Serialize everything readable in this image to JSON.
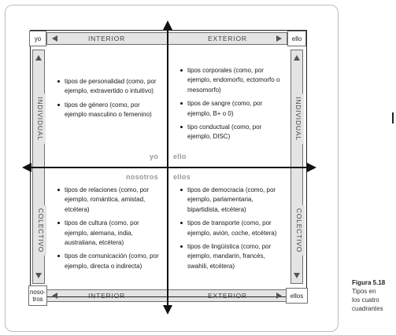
{
  "corners": {
    "top_left": "yo",
    "top_right": "ello",
    "bottom_left": "noso-\ntros",
    "bottom_right": "ellos"
  },
  "bars": {
    "top_left": "INTERIOR",
    "top_right": "EXTERIOR",
    "bottom_left": "INTERIOR",
    "bottom_right": "EXTERIOR",
    "left_top": "INDIVIDUAL",
    "left_bottom": "COLECTIVO",
    "right_top": "INDIVIDUAL",
    "right_bottom": "COLECTIVO"
  },
  "axis_labels": {
    "yo": "yo",
    "ello": "ello",
    "nosotros": "nosotros",
    "ellos": "ellos"
  },
  "quadrants": {
    "upper_left": [
      "tipos de personalidad (como, por ejemplo, extravertido o intuitivo)",
      "tipos de género (como, por ejemplo masculino o femenino)"
    ],
    "upper_right": [
      "tipos corporales (como, por ejemplo, endomorfo, ectomorfo o mesomorfo)",
      "tipos de sangre (como, por ejemplo, B+ o 0)",
      "tipo conductual (como, por ejemplo, DISC)"
    ],
    "lower_left": [
      "tipos de relaciones (como, por ejemplo, romántica, amistad, etcétera)",
      "tipos de cultura (como, por ejemplo, alemana, india, australiana, etcétera)",
      "tipos de comunicación (como, por ejemplo, directa o indirecta)"
    ],
    "lower_right": [
      "tipos de democracia (como, por ejemplo, parlamentaria, bipartidista, etcétera)",
      "tipos de transporte (como, por ejemplo, avión, coche, etcétera)",
      "tipos de lingüística (como, por ejemplo, mandarin, francés, swahili, etcétera)"
    ]
  },
  "caption": {
    "number": "Figura 5.18",
    "text_line1": "Tipos en",
    "text_line2": "los cuatro",
    "text_line3": "cuadrantes"
  }
}
